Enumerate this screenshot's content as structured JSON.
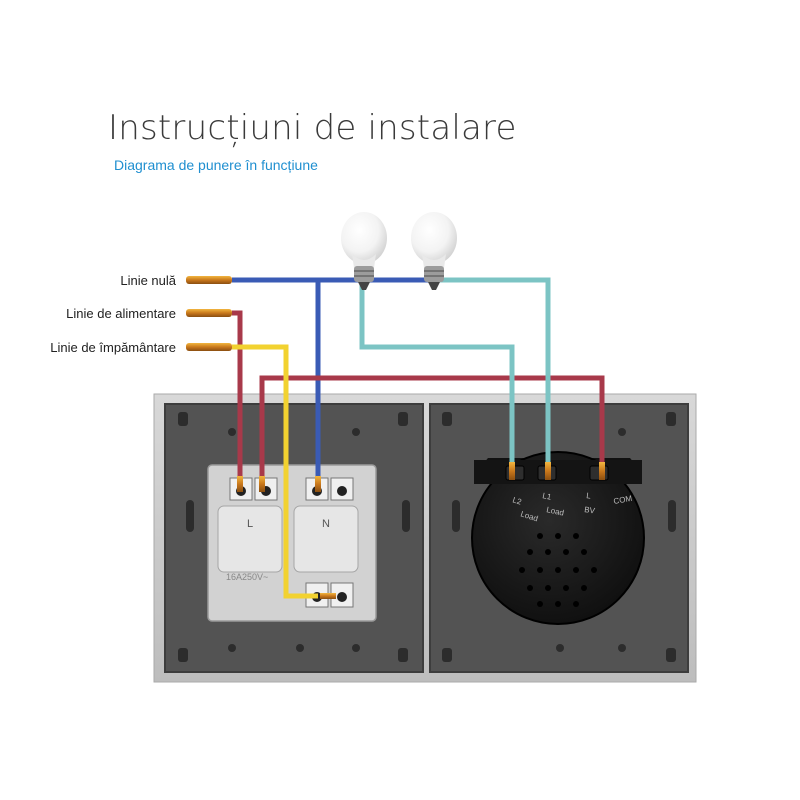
{
  "title": "Instrucțiuni de instalare",
  "subtitle": "Diagrama de punere în funcțiune",
  "labels": {
    "neutral": "Linie nulă",
    "power": "Linie de alimentare",
    "ground": "Linie de împământare"
  },
  "socket": {
    "left_terminal": "L",
    "right_terminal": "N",
    "rating": "16A250V~"
  },
  "switch": {
    "terminals": [
      "L2",
      "L1",
      "L",
      "COM"
    ],
    "sublabels": [
      "Load",
      "Load",
      "BV",
      ""
    ]
  },
  "colors": {
    "neutral_wire": "#3a5bb5",
    "power_wire": "#a8394a",
    "ground_wire": "#f2d230",
    "lamp_wire": "#7cc4c4",
    "frame": "#c9c9c9",
    "plate": "#555555",
    "subtitle": "#1f8fd0"
  }
}
